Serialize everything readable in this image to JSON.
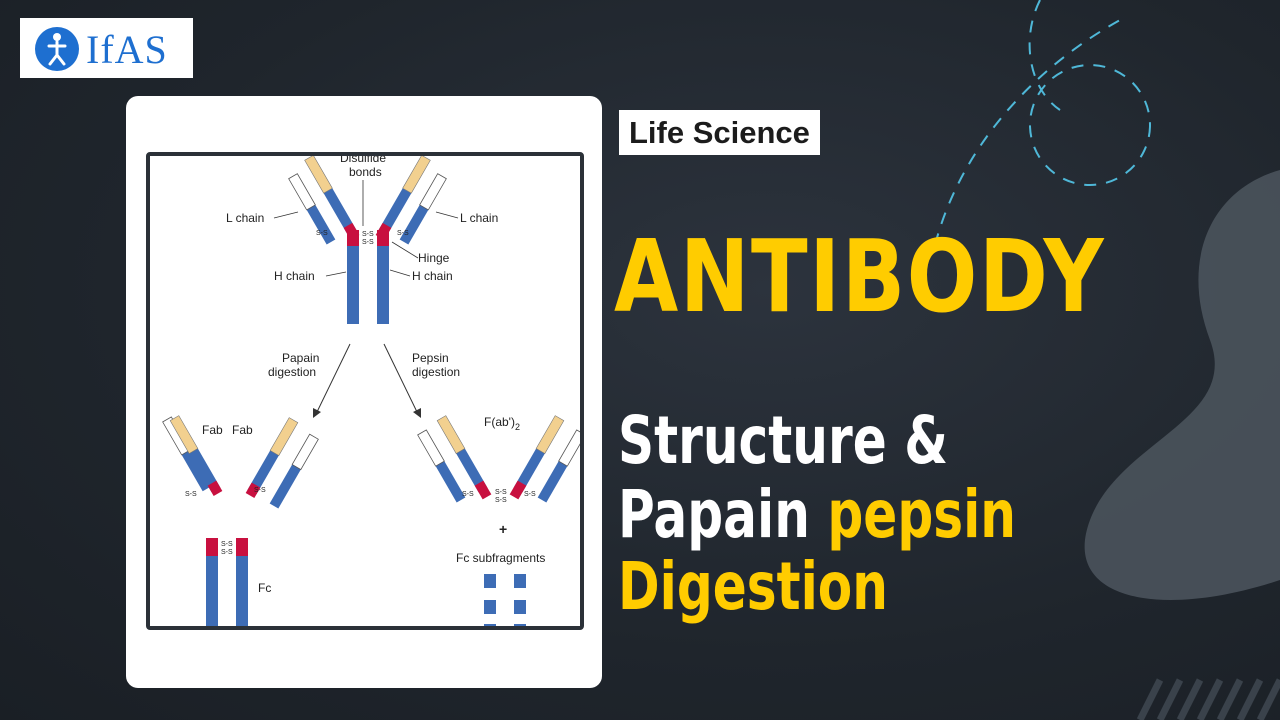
{
  "logo": {
    "text": "IfAS"
  },
  "tag": "Life Science",
  "title": "ANTIBODY",
  "subtitle": {
    "line1": "Structure &",
    "line2_white": "Papain",
    "line2_yellow": "pepsin",
    "line3": "Digestion"
  },
  "diagram": {
    "disulfide_label_1": "Disulfide",
    "disulfide_label_2": "bonds",
    "l_chain_left": "L chain",
    "l_chain_right": "L chain",
    "hinge": "Hinge",
    "h_chain_left": "H chain",
    "h_chain_right": "H chain",
    "papain_1": "Papain",
    "papain_2": "digestion",
    "pepsin_1": "Pepsin",
    "pepsin_2": "digestion",
    "fab_1": "Fab",
    "fab_2": "Fab",
    "fab2_label": "F(ab')",
    "fab2_sub": "2",
    "plus": "+",
    "fc_subfragments": "Fc subfragments",
    "fc": "Fc",
    "ss": "S-S"
  },
  "colors": {
    "heavy_chain": "#3d6cb5",
    "variable_light": "#f2d08f",
    "hinge": "#c8103f",
    "title_yellow": "#ffcc00",
    "logo_blue": "#1e6fd0"
  }
}
